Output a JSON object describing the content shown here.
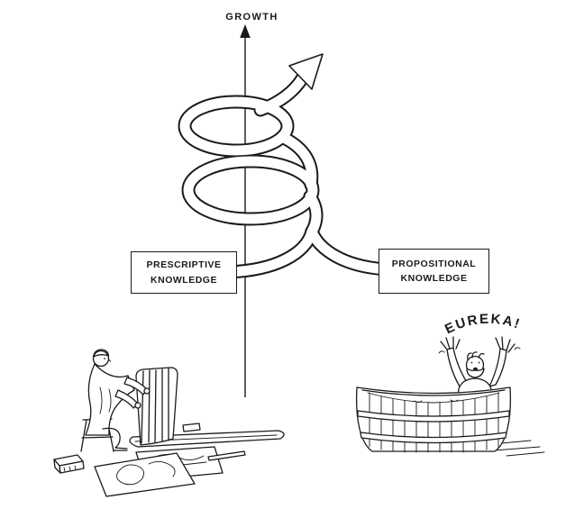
{
  "page": {
    "background_color": "#ffffff",
    "ink_color": "#1a1a1a"
  },
  "diagram": {
    "axis_label": "GROWTH",
    "left_box_label": "PRESCRIPTIVE KNOWLEDGE",
    "right_box_label": "PROPOSITIONAL KNOWLEDGE",
    "eureka_label": "EUREKA!",
    "illustrations": {
      "left_icon": "craftsman-building-icon",
      "right_icon": "archimedes-bathtub-icon",
      "center_icon": "spiral-growth-arrow-icon"
    }
  }
}
